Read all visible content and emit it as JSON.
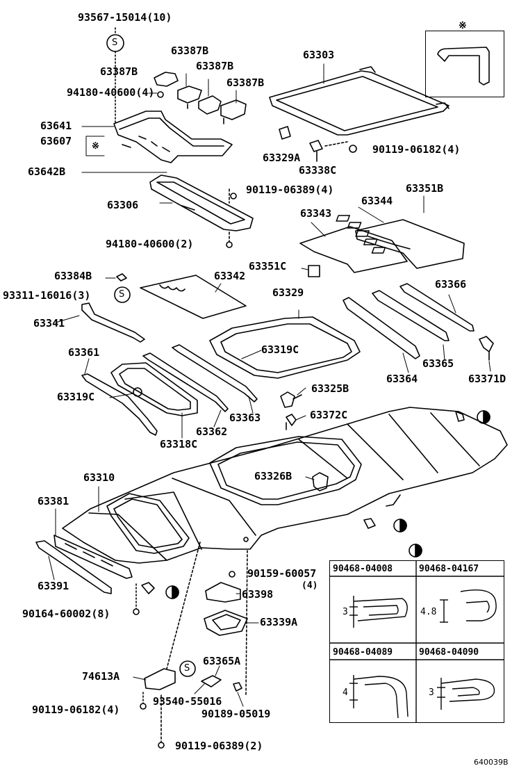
{
  "diagram": {
    "figure_id": "640039B",
    "asterisk_symbol": "※",
    "parts": {
      "p93567": "93567-15014(10)",
      "p63387B_a": "63387B",
      "p63387B_b": "63387B",
      "p63387B_c": "63387B",
      "p63387B_d": "63387B",
      "p94180_a": "94180-40600(4)",
      "p63641": "63641",
      "p63607": "63607",
      "p63642B": "63642B",
      "p63303": "63303",
      "p63329A": "63329A",
      "p63338C": "63338C",
      "p90119_a": "90119-06182(4)",
      "p63306": "63306",
      "p90119_b": "90119-06389(4)",
      "p94180_b": "94180-40600(2)",
      "p63351B": "63351B",
      "p63344": "63344",
      "p63343": "63343",
      "p63351C": "63351C",
      "p63384B": "63384B",
      "p63342": "63342",
      "p93311": "93311-16016(3)",
      "p63329": "63329",
      "p63366": "63366",
      "p63341": "63341",
      "p63319C_a": "63319C",
      "p63361": "63361",
      "p63365": "63365",
      "p63364": "63364",
      "p63371D": "63371D",
      "p63319C_b": "63319C",
      "p63325B": "63325B",
      "p63372C": "63372C",
      "p63362": "63362",
      "p63363": "63363",
      "p63318C": "63318C",
      "p63310": "63310",
      "p63326B": "63326B",
      "p63381": "63381",
      "p63391": "63391",
      "p90159": "90159-60057",
      "p90159_qty": "(4)",
      "p63398": "63398",
      "p90164": "90164-60002(8)",
      "p63339A": "63339A",
      "p63365A": "63365A",
      "p74613A": "74613A",
      "p93540": "93540-55016",
      "p90119_c": "90119-06182(4)",
      "p90189": "90189-05019",
      "p90119_d": "90119-06389(2)"
    },
    "clips": [
      {
        "part": "90468-04008",
        "dim": "3"
      },
      {
        "part": "90468-04167",
        "dim": "4.8"
      },
      {
        "part": "90468-04089",
        "dim": "4"
      },
      {
        "part": "90468-04090",
        "dim": "3"
      }
    ],
    "screw_symbol": "S"
  }
}
